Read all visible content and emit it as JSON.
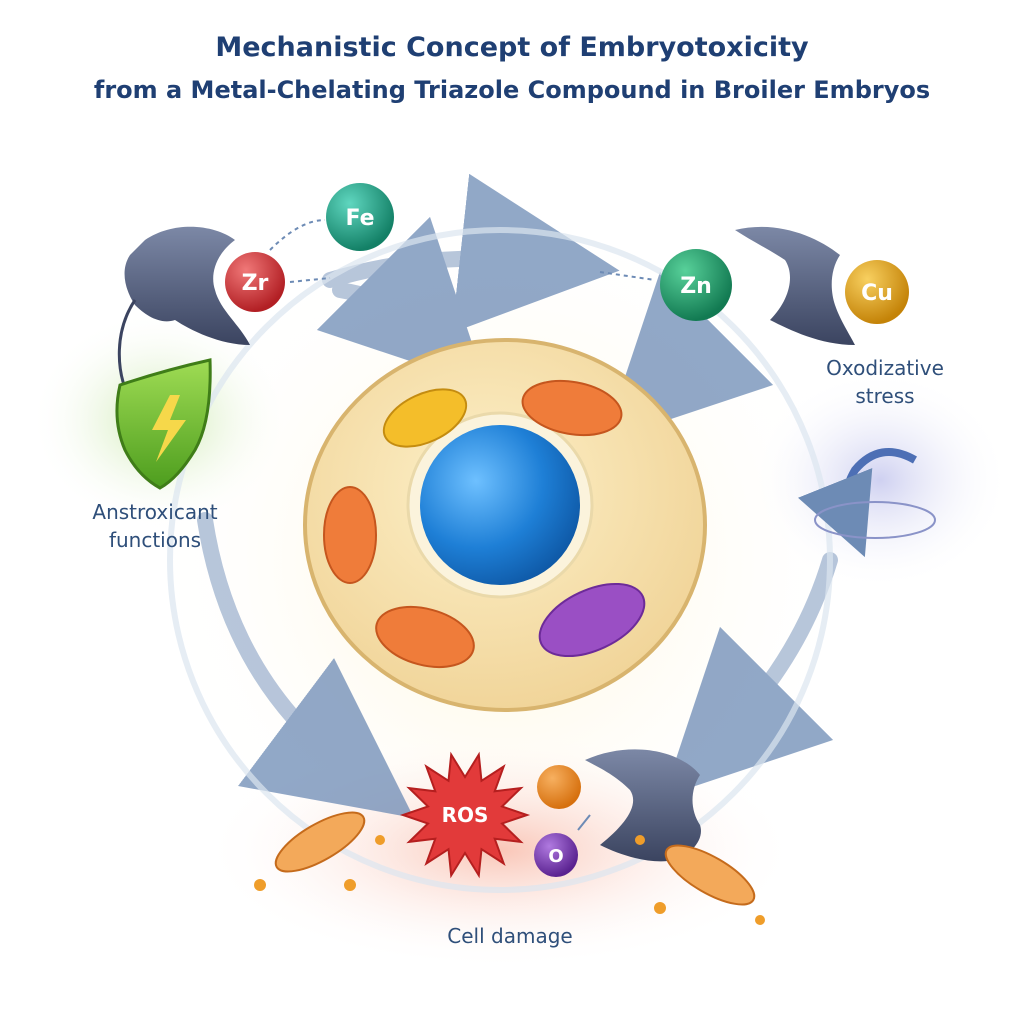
{
  "title": {
    "line1": "Mechanistic Concept of Embryotoxicity",
    "line2": "from a Metal-Chelating Triazole Compound in Broiler Embryos"
  },
  "metals": {
    "fe": "Fe",
    "zr": "Zr",
    "zn": "Zn",
    "cu": "Cu",
    "o": "O"
  },
  "labels": {
    "antioxidant_line1": "Anstroxicant",
    "antioxidant_line2": "functions",
    "oxidative_line1": "Oxodizative",
    "oxidative_line2": "stress",
    "ros": "ROS",
    "cell_damage": "Cell damage"
  },
  "colors": {
    "title": "#1f3f73",
    "fe": "#1f9e86",
    "zr": "#d83434",
    "zn": "#1f9e6a",
    "cu": "#e2a21c",
    "o": "#7b35b0",
    "ros": "#e23a3a",
    "nucleus": "#1e7fd6"
  },
  "icons": {
    "shield": "shield-lightning-icon",
    "chelator": "chelator-claw-icon"
  }
}
